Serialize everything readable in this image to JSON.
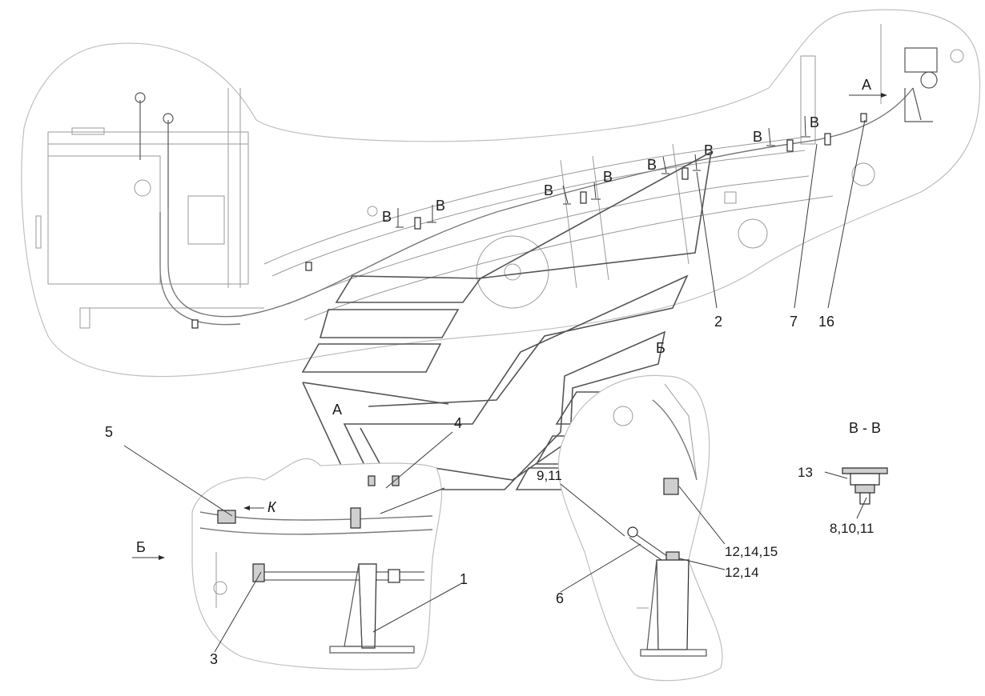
{
  "diagram": {
    "callouts": {
      "c1": "1",
      "c2": "2",
      "c3": "3",
      "c4": "4",
      "c5": "5",
      "c6": "6",
      "c7": "7",
      "c16": "16",
      "c9_11": "9,11",
      "c12_14_15": "12,14,15",
      "c12_14": "12,14",
      "c13": "13",
      "c8_10_11": "8,10,11"
    },
    "views": {
      "A_top": "А",
      "A_mid": "А",
      "B_top": "Б",
      "B_arrow": "Б",
      "K_arrow": "К",
      "section_title": "В - В",
      "section_mark": "В"
    }
  }
}
